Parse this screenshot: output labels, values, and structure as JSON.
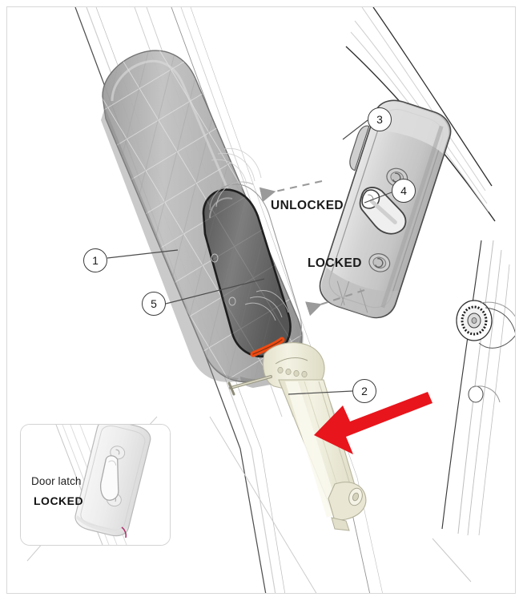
{
  "figure": {
    "title": "Door latch lock/unlock illustration",
    "type": "technical-exploded-diagram",
    "background_color": "#ffffff",
    "border_color": "#d8d8d8"
  },
  "callouts": [
    {
      "id": "1",
      "number": "1",
      "target": "door-trim-panel"
    },
    {
      "id": "2",
      "number": "2",
      "target": "latch-rod"
    },
    {
      "id": "3",
      "number": "3",
      "target": "door-handle-assembly"
    },
    {
      "id": "4",
      "number": "4",
      "target": "latch-slider-lever"
    },
    {
      "id": "5",
      "number": "5",
      "target": "window-glass-panel"
    }
  ],
  "state_labels": {
    "unlocked": "UNLOCKED",
    "locked": "LOCKED"
  },
  "inset": {
    "caption": "Door latch",
    "state": "LOCKED"
  },
  "arrows": {
    "action_arrow_color": "#E8151C",
    "action_arrow_direction": "down-left",
    "dashed_arrow_color": "#9a9a9a",
    "dashed_unlocked_direction": "up-left",
    "dashed_locked_direction": "down-left"
  },
  "colors": {
    "panel_grey": "#b3b3b3",
    "glass_dark": "#6b6b6b",
    "handle_grey": "#d5d5d5",
    "rod_cream": "#efeedd",
    "accent_orange": "#f04a10",
    "outline": "#3a3a3a",
    "red": "#E8151C"
  }
}
